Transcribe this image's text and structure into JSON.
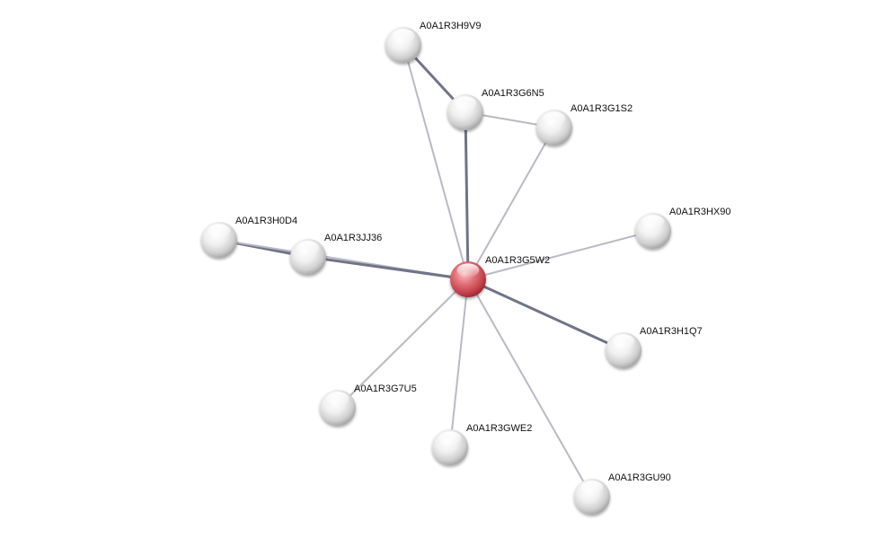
{
  "network": {
    "query_node": "A0A1R3G5W2",
    "colors": {
      "query_node": "#d9545f",
      "partner_node": "#e8e8e8",
      "edge_strong": "#6f7487",
      "edge_weak": "#b9b9c6"
    },
    "nodes": [
      {
        "id": "A0A1R3G5W2",
        "label": "A0A1R3G5W2",
        "role": "query"
      },
      {
        "id": "A0A1R3H9V9",
        "label": "A0A1R3H9V9",
        "role": "partner"
      },
      {
        "id": "A0A1R3G6N5",
        "label": "A0A1R3G6N5",
        "role": "partner"
      },
      {
        "id": "A0A1R3G1S2",
        "label": "A0A1R3G1S2",
        "role": "partner"
      },
      {
        "id": "A0A1R3HX90",
        "label": "A0A1R3HX90",
        "role": "partner"
      },
      {
        "id": "A0A1R3H0D4",
        "label": "A0A1R3H0D4",
        "role": "partner"
      },
      {
        "id": "A0A1R3JJ36",
        "label": "A0A1R3JJ36",
        "role": "partner"
      },
      {
        "id": "A0A1R3H1Q7",
        "label": "A0A1R3H1Q7",
        "role": "partner"
      },
      {
        "id": "A0A1R3G7U5",
        "label": "A0A1R3G7U5",
        "role": "partner"
      },
      {
        "id": "A0A1R3GWE2",
        "label": "A0A1R3GWE2",
        "role": "partner"
      },
      {
        "id": "A0A1R3GU90",
        "label": "A0A1R3GU90",
        "role": "partner"
      }
    ],
    "edges": [
      {
        "source": "A0A1R3H9V9",
        "target": "A0A1R3G6N5",
        "strength": "strong"
      },
      {
        "source": "A0A1R3H9V9",
        "target": "A0A1R3G5W2",
        "strength": "weak"
      },
      {
        "source": "A0A1R3G6N5",
        "target": "A0A1R3G5W2",
        "strength": "strong"
      },
      {
        "source": "A0A1R3G6N5",
        "target": "A0A1R3G1S2",
        "strength": "weak"
      },
      {
        "source": "A0A1R3G1S2",
        "target": "A0A1R3G5W2",
        "strength": "weak"
      },
      {
        "source": "A0A1R3HX90",
        "target": "A0A1R3G5W2",
        "strength": "weak"
      },
      {
        "source": "A0A1R3H0D4",
        "target": "A0A1R3JJ36",
        "strength": "strong"
      },
      {
        "source": "A0A1R3H0D4",
        "target": "A0A1R3G5W2",
        "strength": "weak"
      },
      {
        "source": "A0A1R3JJ36",
        "target": "A0A1R3G5W2",
        "strength": "strong"
      },
      {
        "source": "A0A1R3H1Q7",
        "target": "A0A1R3G5W2",
        "strength": "strong"
      },
      {
        "source": "A0A1R3G7U5",
        "target": "A0A1R3G5W2",
        "strength": "weak"
      },
      {
        "source": "A0A1R3GWE2",
        "target": "A0A1R3G5W2",
        "strength": "weak"
      },
      {
        "source": "A0A1R3GU90",
        "target": "A0A1R3G5W2",
        "strength": "weak"
      }
    ]
  }
}
